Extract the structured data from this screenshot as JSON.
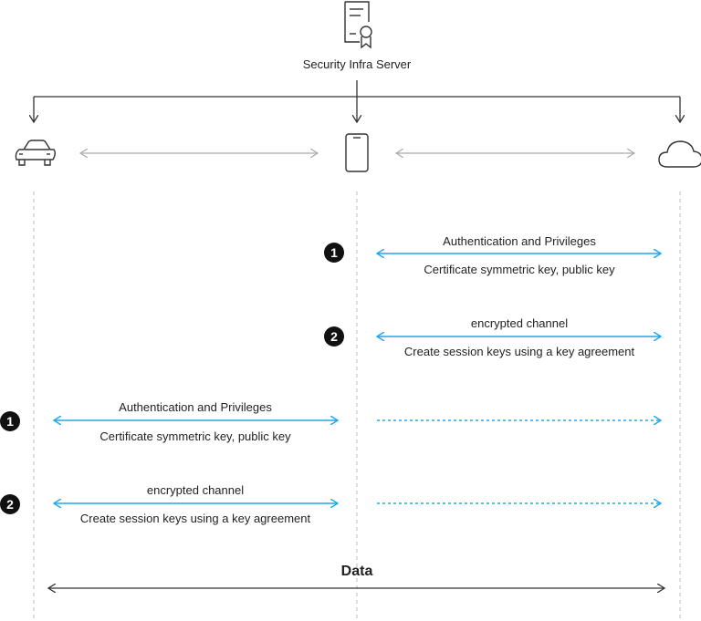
{
  "server": {
    "label": "Security Infra Server",
    "icon": "certificate-server-icon"
  },
  "nodes": {
    "left_icon": "car-icon",
    "middle_icon": "smartphone-icon",
    "right_icon": "cloud-icon"
  },
  "colors": {
    "accent": "#1ea7e8",
    "line": "#333333",
    "muted": "#aaaaaa",
    "badge": "#111111"
  },
  "phone_cloud": {
    "step1": {
      "number": "1",
      "title": "Authentication and Privileges",
      "subtitle": "Certificate symmetric key, public key"
    },
    "step2": {
      "number": "2",
      "title": "encrypted channel",
      "subtitle": "Create session keys using a key agreement"
    }
  },
  "car_phone": {
    "step1": {
      "number": "1",
      "title": "Authentication and Privileges",
      "subtitle": "Certificate symmetric key, public key"
    },
    "step2": {
      "number": "2",
      "title": "encrypted channel",
      "subtitle": "Create session keys using a key agreement"
    }
  },
  "data_label": "Data"
}
